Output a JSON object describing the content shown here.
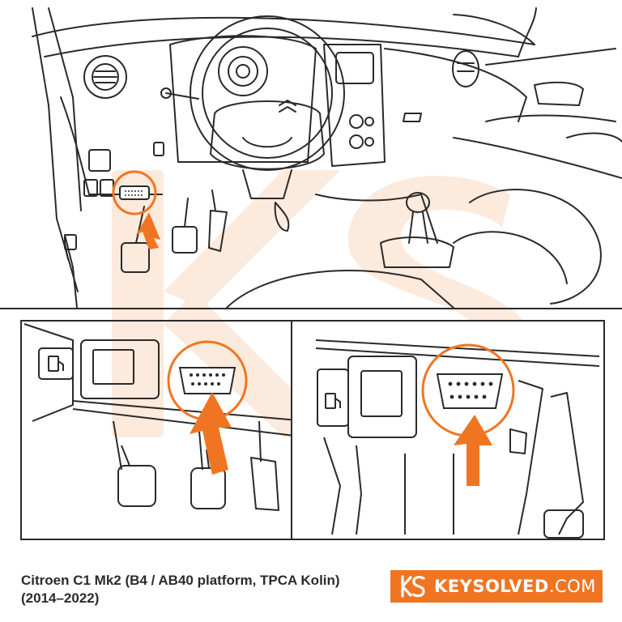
{
  "caption": {
    "line1": "Citroen C1 Mk2 (B4 / AB40 platform, TPCA Kolin)",
    "line2": "(2014–2022)"
  },
  "brand": {
    "name_bold": "KEYSOLVED",
    "name_suffix": ".COM",
    "logo_text": "KS"
  },
  "colors": {
    "accent": "#f07523",
    "watermark": "#fbe3d2",
    "line": "#2a2a2a",
    "caption_text": "#2b2b2b"
  },
  "icons": {
    "fuel": "fuel-pump-icon",
    "arrow": "arrow-up-icon",
    "logo": "ks-logo-icon",
    "brand_emblem": "citroen-chevron-icon"
  }
}
